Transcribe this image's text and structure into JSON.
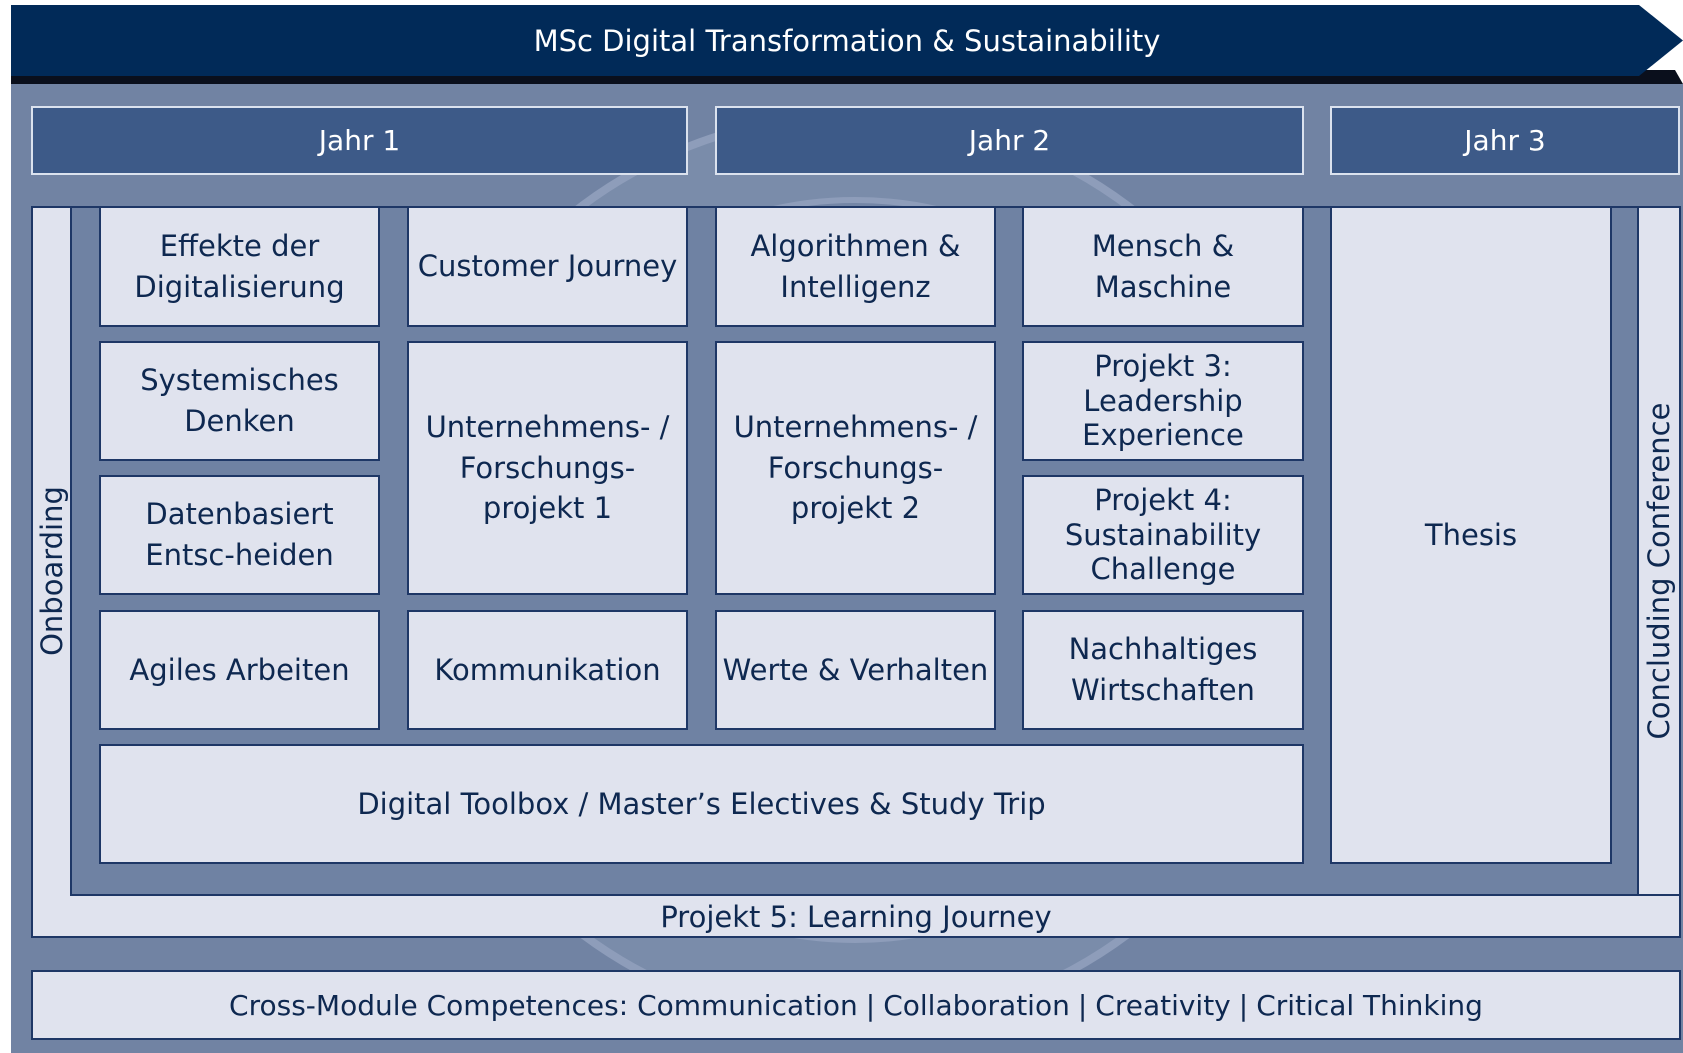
{
  "header": {
    "title": "MSc Digital Transformation & Sustainability"
  },
  "years": [
    "Jahr 1",
    "Jahr 2",
    "Jahr 3"
  ],
  "side": {
    "left": "Onboarding",
    "right": "Concluding Conference"
  },
  "modules": {
    "effekte": "Effekte der Digitalisierung",
    "customer": "Customer Journey",
    "algorithmen": "Algorithmen & Intelligenz",
    "mensch": "Mensch & Maschine",
    "systemisch": "Systemisches Denken",
    "projekt1": "Unternehmens- / Forschungs-projekt 1",
    "projekt2": "Unternehmens- / Forschungs-projekt 2",
    "projekt3": "Projekt 3: Leadership Experience",
    "datenbasiert": "Datenbasiert Entsc-heiden",
    "projekt4": "Projekt 4: Sustainability Challenge",
    "agiles": "Agiles Arbeiten",
    "kommunikation": "Kommunikation",
    "werte": "Werte & Verhalten",
    "nachhaltig": "Nachhaltiges Wirtschaften",
    "toolbox": "Digital Toolbox / Master’s Electives & Study Trip",
    "thesis": "Thesis"
  },
  "learning_journey": "Projekt 5: Learning Journey",
  "competences": {
    "prefix": "Cross-Module Competences:",
    "items": [
      "Communication",
      "Collaboration",
      "Creativity",
      "Critical Thinking"
    ],
    "separator": "|"
  },
  "colors": {
    "navy": "#012a58",
    "panel": "#7183a3",
    "card": "#e0e3ee",
    "year": "#3d5a88"
  }
}
